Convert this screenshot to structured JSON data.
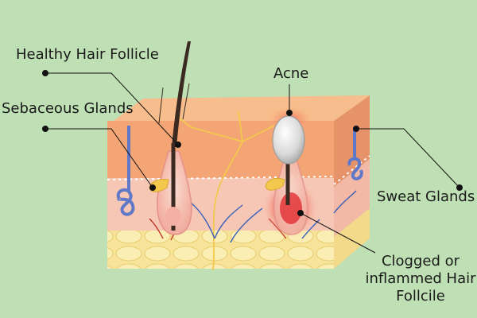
{
  "labels": {
    "healthy_hair_follicle": "Healthy Hair Follicle",
    "sebaceous_glands": "Sebaceous Glands",
    "acne": "Acne",
    "sweat_glands": "Sweat Glands",
    "clogged_line1": "Clogged or",
    "clogged_line2": "inflammed Hair",
    "clogged_line3": "Follcile"
  },
  "colors": {
    "background": "#bfe0b4",
    "epidermis": "#f4a576",
    "dermis": "#f7c7b5",
    "fat": "#f7e39a",
    "hair": "#3a2a22",
    "pimple": "#e8e8e8",
    "inflammation": "#e0242a",
    "sweat_gland": "#5f78c8",
    "nerve": "#f2c94c",
    "vessel": "#c23a2a"
  }
}
